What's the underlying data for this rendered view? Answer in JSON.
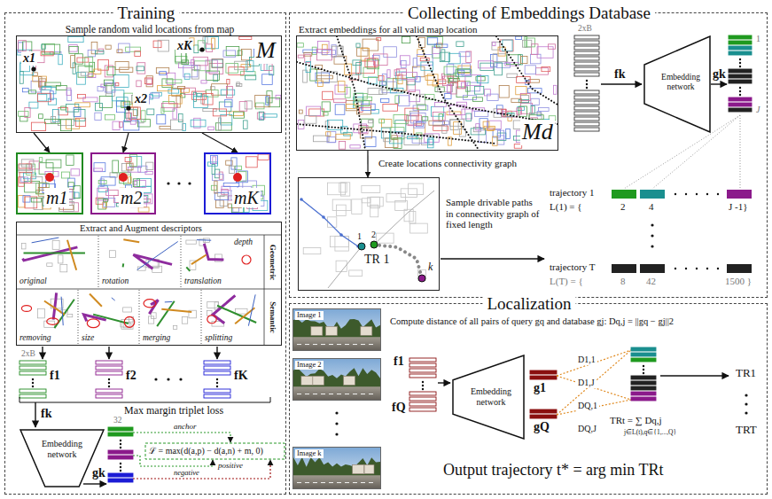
{
  "diagram": {
    "nodes": [
      {
        "text": [
          "Training"
        ]
      },
      {
        "text": [
          "Sample random valid locations from map",
          "M"
        ],
        "in": 0
      },
      {
        "text": [
          "m1"
        ],
        "in": 0
      },
      {
        "text": [
          "m2"
        ],
        "in": 0
      },
      {
        "text": [
          "mK"
        ],
        "in": 0
      },
      {
        "text": [
          "Extract and Augment descriptors"
        ],
        "in": 0
      },
      {
        "text": [
          "Embedding network"
        ],
        "in": 0
      },
      {
        "text": [
          "Collecting of Embeddings Database"
        ]
      },
      {
        "text": [
          "Extract embeddings for all valid map location",
          "Md"
        ],
        "in": 7
      },
      {
        "text": [
          "Embedding network"
        ],
        "in": 7
      },
      {
        "text": [
          "1",
          "2",
          "TR 1",
          "k"
        ],
        "in": 7
      },
      {
        "text": [
          "Localization"
        ]
      },
      {
        "text": [
          "Image 1"
        ],
        "in": 11
      },
      {
        "text": [
          "Image 2"
        ],
        "in": 11
      },
      {
        "text": [
          "Image k"
        ],
        "in": 11
      },
      {
        "text": [
          "Embedding network"
        ],
        "in": 11
      }
    ],
    "edges": [
      {
        "from": 1,
        "to": 2,
        "arrow": "to"
      },
      {
        "from": 1,
        "to": 3,
        "arrow": "to"
      },
      {
        "from": 1,
        "to": 4,
        "arrow": "to"
      },
      {
        "from": 8,
        "to": 10,
        "label": "Create locations connectivity graph",
        "arrow": "to"
      }
    ],
    "labels": [
      "x1",
      "x2",
      "xK",
      "Geometric",
      "Semantic",
      "original",
      "rotation",
      "translation",
      "depth",
      "removing",
      "size",
      "merging",
      "splitting",
      "2xB",
      "f1",
      "f2",
      "fK",
      "Max margin triplet loss",
      "fk",
      "32",
      "gk",
      "anchor",
      "ℒ = max(d(a,p) − d(a,n) + m, 0)",
      "positive",
      "negative",
      "2xB",
      "fk",
      "gk",
      "1",
      "J",
      "Sample drivable paths in connectivity graph of fixed length",
      "trajectory 1",
      "L(1) = {",
      "2",
      "4",
      "J -1}",
      "trajectory T",
      "L(T) = {",
      "8",
      "42",
      "1500 }",
      "Compute distance of all pairs of query gq and database gj: Dq,j = ||gq − gj||2",
      "f1",
      "fQ",
      "g1",
      "gQ",
      "D1,1",
      "D1,J",
      "DQ,1",
      "DQ,J",
      "TRt = ∑ Dq,j",
      "j∈L(t),q∈{1,...,Q}",
      "TR1",
      "TRT",
      "Output trajectory t* = arg min TRt"
    ]
  }
}
